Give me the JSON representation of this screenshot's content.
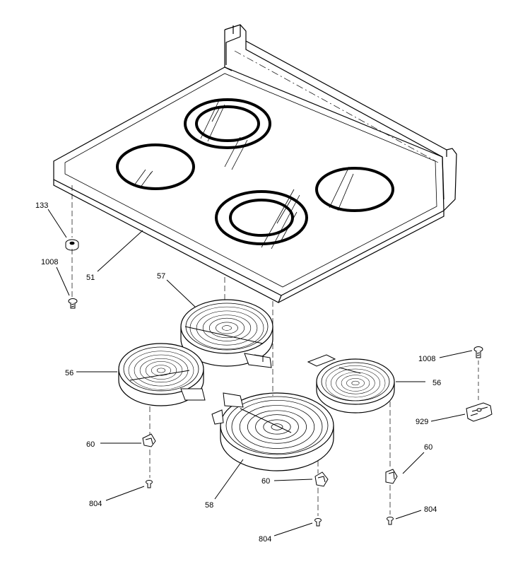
{
  "callouts": {
    "c133": "133",
    "c1008_left": "1008",
    "c51": "51",
    "c57": "57",
    "c56_left": "56",
    "c56_right": "56",
    "c1008_right": "1008",
    "c929": "929",
    "c60_left": "60",
    "c60_center": "60",
    "c60_right": "60",
    "c804_left": "804",
    "c804_center": "804",
    "c804_right": "804",
    "c58": "58"
  }
}
